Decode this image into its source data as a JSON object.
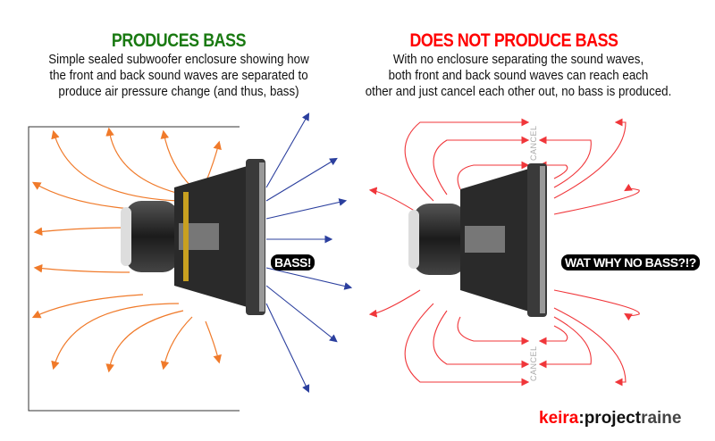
{
  "left": {
    "title": "PRODUCES BASS",
    "title_color": "#1a7a12",
    "description": [
      "Simple sealed subwoofer enclosure showing how",
      "the front and back sound waves are separated to",
      "produce air pressure change (and thus, bass)"
    ],
    "callout": "BASS!",
    "front_wave_color": "#2b3f9e",
    "back_wave_color": "#f07a2a"
  },
  "right": {
    "title": "DOES NOT PRODUCE BASS",
    "title_color": "#ff0000",
    "description": [
      "With no enclosure separating the sound waves,",
      "both front and back sound waves can reach each",
      "other and just cancel each other out, no bass is produced."
    ],
    "callout": "WAT WHY NO BASS?!?",
    "cancel_label": "CANCEL",
    "wave_color": "#f0363a"
  },
  "logo": {
    "part1": "keira",
    "separator": ":",
    "part2": "project",
    "part3": "raine",
    "part1_color": "#ff0000"
  }
}
